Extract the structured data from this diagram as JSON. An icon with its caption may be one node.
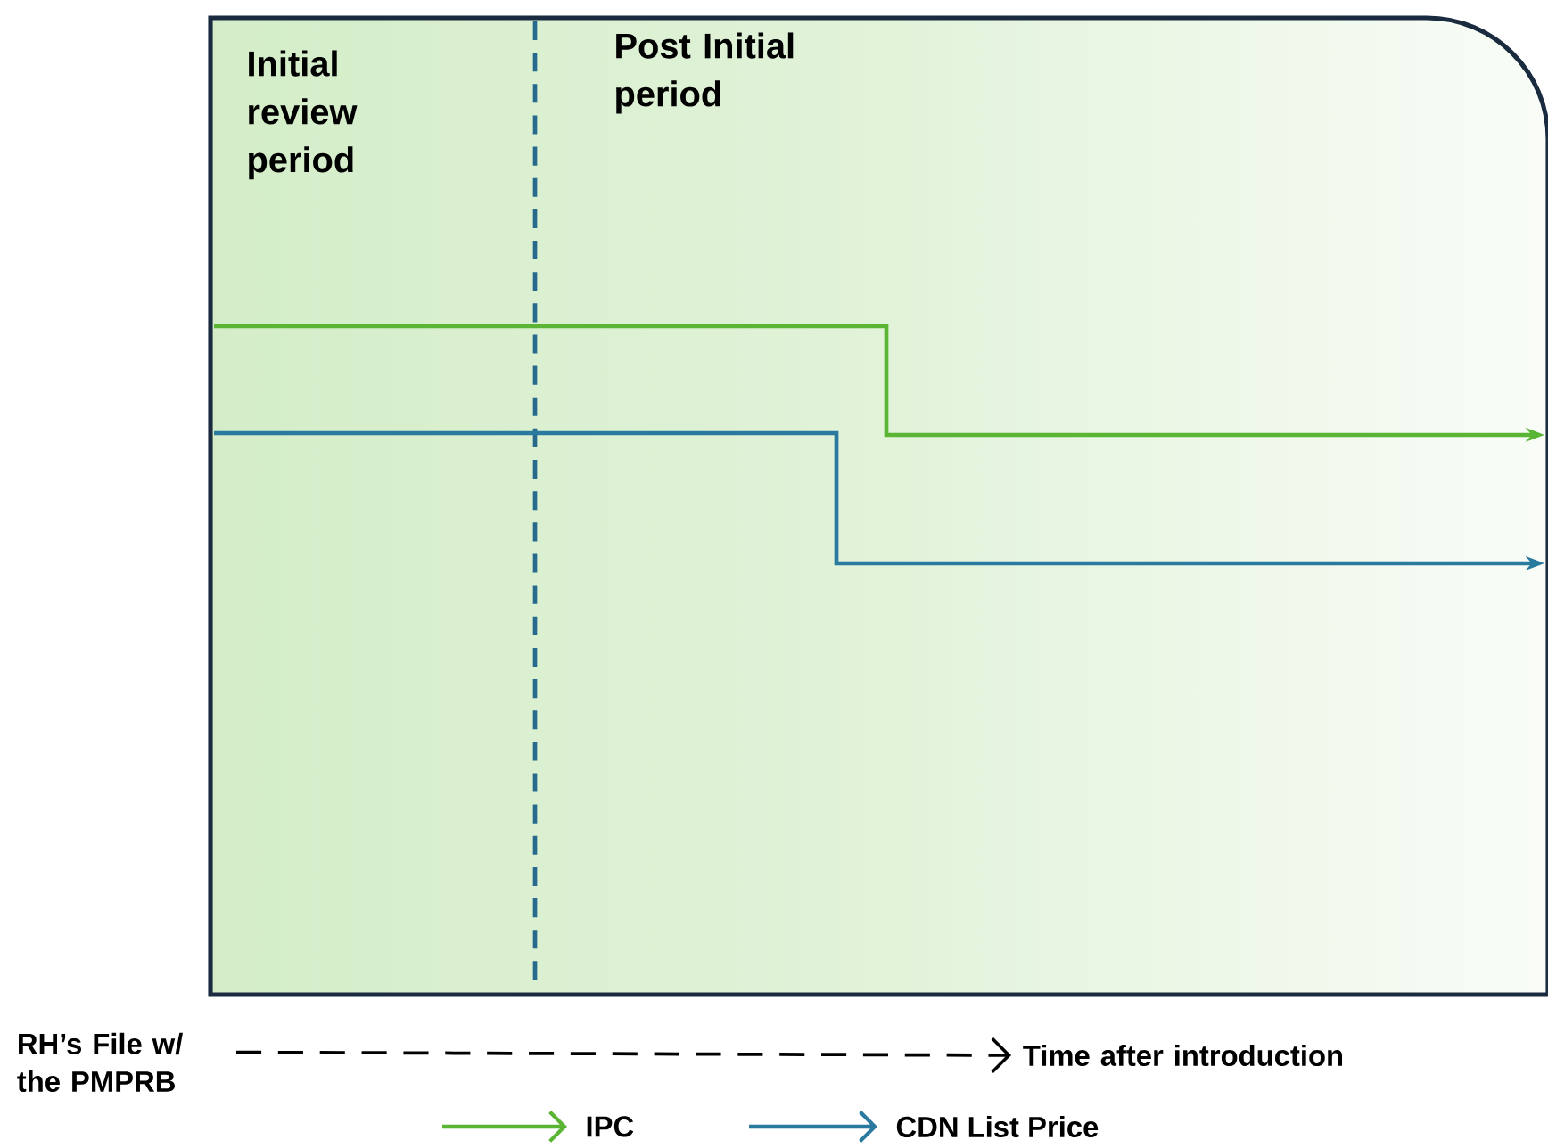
{
  "diagram": {
    "nodes": [
      {
        "text": [
          "RH’s File w/ the PMPRB"
        ]
      },
      {
        "text": [
          "Time after introduction"
        ]
      }
    ],
    "edges": [
      {
        "from": 0,
        "to": 1,
        "arrow": "to",
        "style": "dashed"
      }
    ],
    "labels": [
      "Initial review period",
      "Post Initial period"
    ],
    "legend": [
      {
        "text": "IPC"
      },
      {
        "text": "CDN List Price"
      }
    ]
  }
}
